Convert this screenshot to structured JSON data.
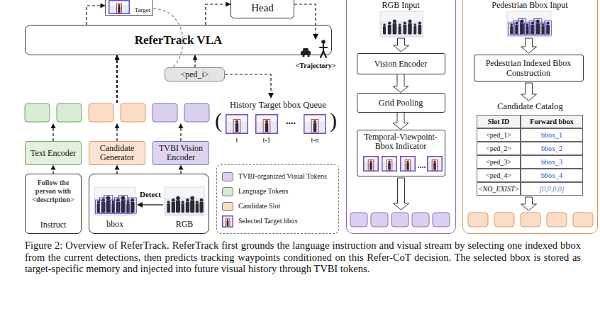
{
  "diagram": {
    "caption": "Figure 2: Overview of ReferTrack. ReferTrack first grounds the language instruction and visual stream by selecting one indexed bbox from the current detections, then predicts tracking waypoints conditioned on this Refer-CoT decision. The selected bbox is stored as target-specific memory and injected into future visual history through TVBI tokens.",
    "nodes": [
      {
        "text": [
          "Target"
        ]
      },
      {
        "text": [
          "Head"
        ]
      },
      {
        "text": [
          "ReferTrack VLA"
        ]
      },
      {
        "text": [
          "<ped_i>"
        ]
      },
      {
        "text": [
          "Text Encoder"
        ]
      },
      {
        "text": [
          "Candidate Generator"
        ]
      },
      {
        "text": [
          "TVBI Vision Encoder"
        ]
      },
      {
        "text": [
          "Follow the person with <description>",
          "Instruct"
        ]
      },
      {
        "text": [
          "bbox",
          "Detect",
          "RGB"
        ]
      },
      {
        "text": [
          "RGB Input"
        ]
      },
      {
        "text": [
          "Vision Encoder"
        ],
        "in": 9
      },
      {
        "text": [
          "Grid Pooling"
        ],
        "in": 9
      },
      {
        "text": [
          "Temporal-Viewpoint-Bbox Indicator"
        ],
        "in": 9
      },
      {
        "text": [
          "Pedestrian Bbox Input"
        ]
      },
      {
        "text": [
          "Pedestrian Indexed Bbox Construction"
        ],
        "in": 13
      }
    ],
    "edges": [
      {
        "from": 2,
        "to": 0,
        "arrow": "to"
      },
      {
        "from": 2,
        "to": 1,
        "arrow": "to"
      },
      {
        "from": 0,
        "to": 3,
        "arrow": "none"
      },
      {
        "from": 3,
        "to": 2,
        "arrow": "to"
      },
      {
        "from": 4,
        "to": 2,
        "arrow": "to"
      },
      {
        "from": 5,
        "to": 2,
        "arrow": "to"
      },
      {
        "from": 6,
        "to": 2,
        "arrow": "to"
      },
      {
        "from": 7,
        "to": 4,
        "arrow": "to"
      },
      {
        "from": 8,
        "to": 5,
        "arrow": "to"
      },
      {
        "from": 8,
        "to": 6,
        "arrow": "to"
      },
      {
        "from": 10,
        "to": 11,
        "arrow": "to"
      },
      {
        "from": 11,
        "to": 12,
        "arrow": "to"
      }
    ],
    "labels": [
      "<Trajectory>",
      "History Target bbox Queue",
      "(",
      "t",
      "t-1",
      "....",
      "t-n",
      ")",
      "Candidate Catalog",
      "Slot ID",
      "Forward bbox",
      "<ped_1>",
      "bbox_1",
      "<ped_2>",
      "bbox_2",
      "<ped_3>",
      "bbox_3",
      "<ped_4>",
      "bbox_4",
      "<NO_EXIST>",
      "[0,0,0,0]"
    ],
    "legend": [
      {
        "text": "TVBI-organized Visual Tokens",
        "color": "#d9d0ef"
      },
      {
        "text": "Language Tokens",
        "color": "#d8ecd3"
      },
      {
        "text": "Candidate Slot",
        "color": "#fbdcc6"
      },
      {
        "text": "Selected Target bbox"
      }
    ]
  }
}
